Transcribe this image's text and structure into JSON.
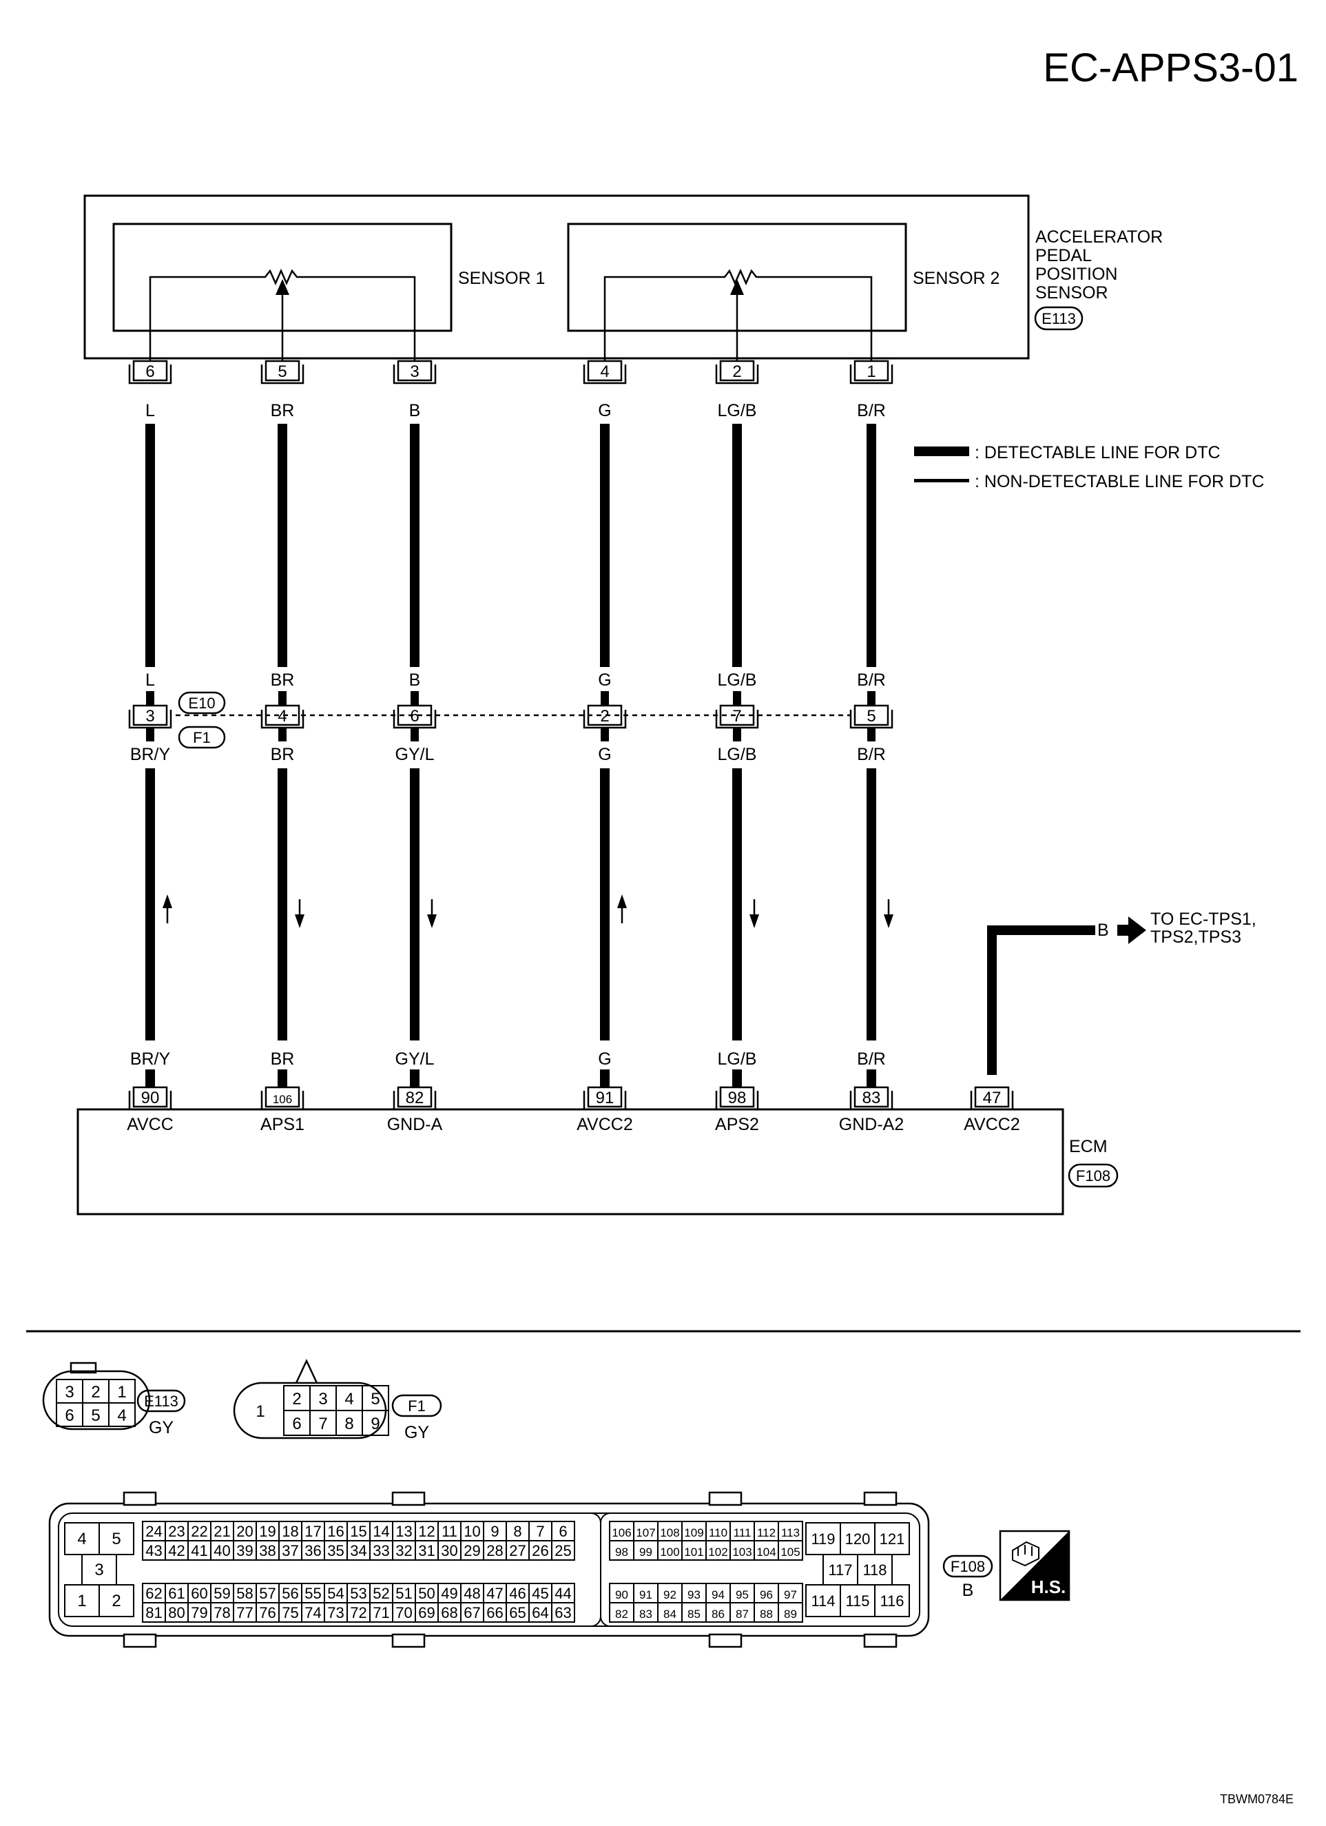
{
  "title": "EC-APPS3-01",
  "figure_code": "TBWM0784E",
  "sensor": {
    "lines": [
      "ACCELERATOR",
      "PEDAL",
      "POSITION",
      "SENSOR"
    ],
    "connector": "E113",
    "sensor1_label": "SENSOR 1",
    "sensor2_label": "SENSOR 2"
  },
  "legend": {
    "detectable": ": DETECTABLE LINE FOR DTC",
    "non_detectable": ": NON-DETECTABLE LINE FOR DTC"
  },
  "joint": {
    "top_connector": "E10",
    "bottom_connector": "F1"
  },
  "wires": [
    {
      "sensor_pin": "6",
      "top_color": "L",
      "joint_pin": "3",
      "bottom_color": "BR/Y",
      "ecm_pin": "90",
      "ecm_label": "AVCC",
      "arrow": "up"
    },
    {
      "sensor_pin": "5",
      "top_color": "BR",
      "joint_pin": "4",
      "bottom_color": "BR",
      "ecm_pin": "106",
      "ecm_label": "APS1",
      "arrow": "down"
    },
    {
      "sensor_pin": "3",
      "top_color": "B",
      "joint_pin": "6",
      "bottom_color": "GY/L",
      "ecm_pin": "82",
      "ecm_label": "GND-A",
      "arrow": "down"
    },
    {
      "sensor_pin": "4",
      "top_color": "G",
      "joint_pin": "2",
      "bottom_color": "G",
      "ecm_pin": "91",
      "ecm_label": "AVCC2",
      "arrow": "up"
    },
    {
      "sensor_pin": "2",
      "top_color": "LG/B",
      "joint_pin": "7",
      "bottom_color": "LG/B",
      "ecm_pin": "98",
      "ecm_label": "APS2",
      "arrow": "down"
    },
    {
      "sensor_pin": "1",
      "top_color": "B/R",
      "joint_pin": "5",
      "bottom_color": "B/R",
      "ecm_pin": "83",
      "ecm_label": "GND-A2",
      "arrow": "down"
    }
  ],
  "extra_wire": {
    "ecm_pin": "47",
    "ecm_label": "AVCC2",
    "color": "B",
    "destination_lines": [
      "TO EC-TPS1,",
      "TPS2,TPS3"
    ]
  },
  "ecm": {
    "label": "ECM",
    "connector": "F108"
  },
  "connector_views": {
    "e113": {
      "id": "E113",
      "color": "GY",
      "row1": [
        "3",
        "2",
        "1"
      ],
      "row2": [
        "6",
        "5",
        "4"
      ]
    },
    "f1": {
      "id": "F1",
      "color": "GY",
      "big": "1",
      "row1": [
        "2",
        "3",
        "4",
        "5"
      ],
      "row2": [
        "6",
        "7",
        "8",
        "9"
      ]
    },
    "f108": {
      "id": "F108",
      "color": "B",
      "left_pins": [
        "4",
        "5",
        "3",
        "1",
        "2"
      ],
      "mid_rows": [
        [
          "24",
          "23",
          "22",
          "21",
          "20",
          "19",
          "18",
          "17",
          "16",
          "15",
          "14",
          "13",
          "12",
          "11",
          "10",
          "9",
          "8",
          "7",
          "6"
        ],
        [
          "43",
          "42",
          "41",
          "40",
          "39",
          "38",
          "37",
          "36",
          "35",
          "34",
          "33",
          "32",
          "31",
          "30",
          "29",
          "28",
          "27",
          "26",
          "25"
        ],
        [
          "62",
          "61",
          "60",
          "59",
          "58",
          "57",
          "56",
          "55",
          "54",
          "53",
          "52",
          "51",
          "50",
          "49",
          "48",
          "47",
          "46",
          "45",
          "44"
        ],
        [
          "81",
          "80",
          "79",
          "78",
          "77",
          "76",
          "75",
          "74",
          "73",
          "72",
          "71",
          "70",
          "69",
          "68",
          "67",
          "66",
          "65",
          "64",
          "63"
        ]
      ],
      "right_rows": [
        [
          "106",
          "107",
          "108",
          "109",
          "110",
          "111",
          "112",
          "113"
        ],
        [
          "98",
          "99",
          "100",
          "101",
          "102",
          "103",
          "104",
          "105"
        ],
        [
          "90",
          "91",
          "92",
          "93",
          "94",
          "95",
          "96",
          "97"
        ],
        [
          "82",
          "83",
          "84",
          "85",
          "86",
          "87",
          "88",
          "89"
        ]
      ],
      "far_top": [
        "119",
        "120",
        "121"
      ],
      "far_mid": [
        "117",
        "118"
      ],
      "far_bottom": [
        "114",
        "115",
        "116"
      ]
    },
    "hs_label": "H.S."
  }
}
